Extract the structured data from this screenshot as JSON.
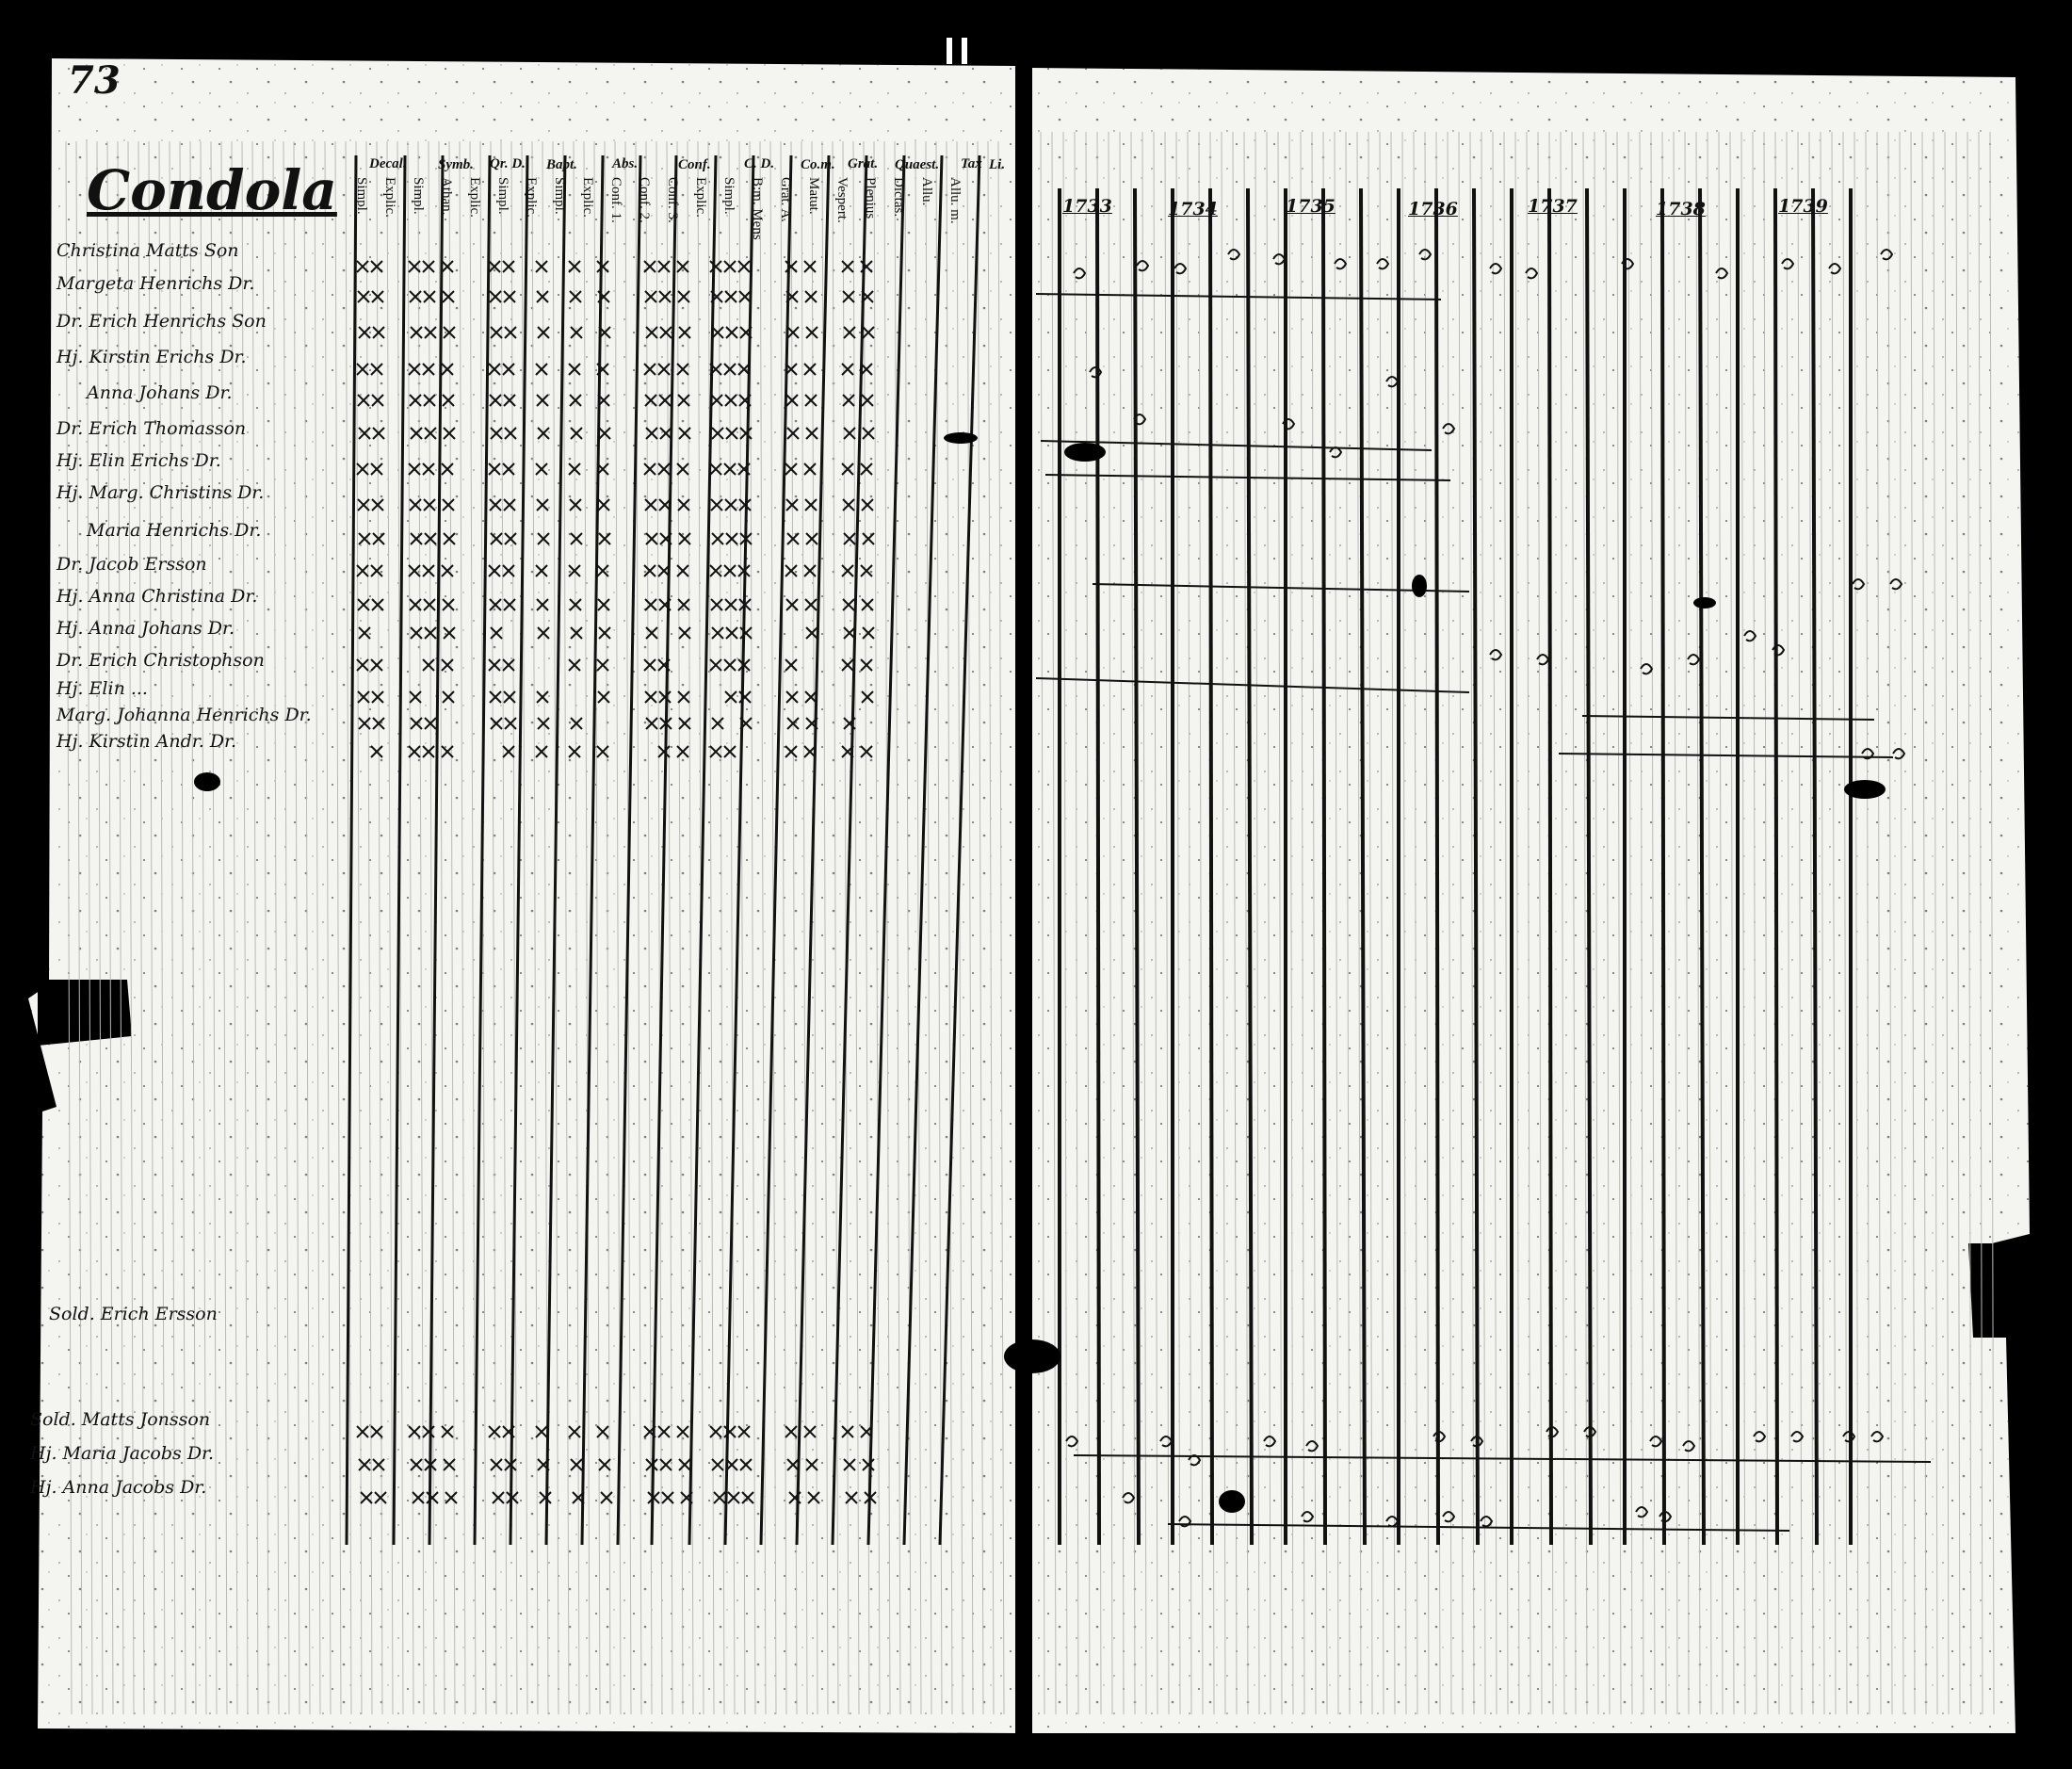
{
  "page_number": "73",
  "village_heading": "Condola",
  "column_headers_top": [
    "Decal.",
    "Symb.",
    "Qr. D.",
    "Bapt.",
    "Abs.",
    "Conf.",
    "C. D.",
    "Co.m.",
    "Grat.",
    "Quaest.",
    "Tax",
    "Li."
  ],
  "column_headers_sub": [
    "Simpl.",
    "Explic.",
    "Simpl.",
    "Athan.",
    "Explic.",
    "Simpl.",
    "Explic.",
    "Simpl.",
    "Explic.",
    "Conf. 1.",
    "Conf. 2.",
    "Conf. 3.",
    "Explic.",
    "Simpl.",
    "B:m. Mens",
    "Grat. A.",
    "Matut.",
    "Vespert.",
    "Plenius",
    "Dictas.",
    "Allu.",
    "Allu. m."
  ],
  "years": [
    "1733",
    "1734",
    "1735",
    "1736",
    "1737",
    "1738",
    "1739"
  ],
  "persons_upper": [
    "Christina Matts Son",
    "Margeta Henrichs Dr.",
    "Dr. Erich Henrichs Son",
    "Hj. Kirstin Erichs Dr.",
    "Anna Johans Dr.",
    "Dr. Erich Thomasson",
    "Hj. Elin Erichs Dr.",
    "Hj. Marg. Christins Dr.",
    "Maria Henrichs Dr.",
    "Dr. Jacob Ersson",
    "Hj. Anna Christina Dr.",
    "Hj. Anna Johans Dr.",
    "Dr. Erich Christophson",
    "Hj. Elin ...",
    "Marg. Johanna Henrichs Dr.",
    "Hj. Kirstin Andr. Dr."
  ],
  "persons_lower": [
    "Sold. Erich Ersson",
    "Sold. Matts Jonsson",
    "Hj. Maria Jacobs Dr.",
    "Hj. Anna Jacobs Dr."
  ],
  "colors": {
    "paper": "#f4f4f1",
    "ink": "#111111",
    "border": "#000000"
  }
}
